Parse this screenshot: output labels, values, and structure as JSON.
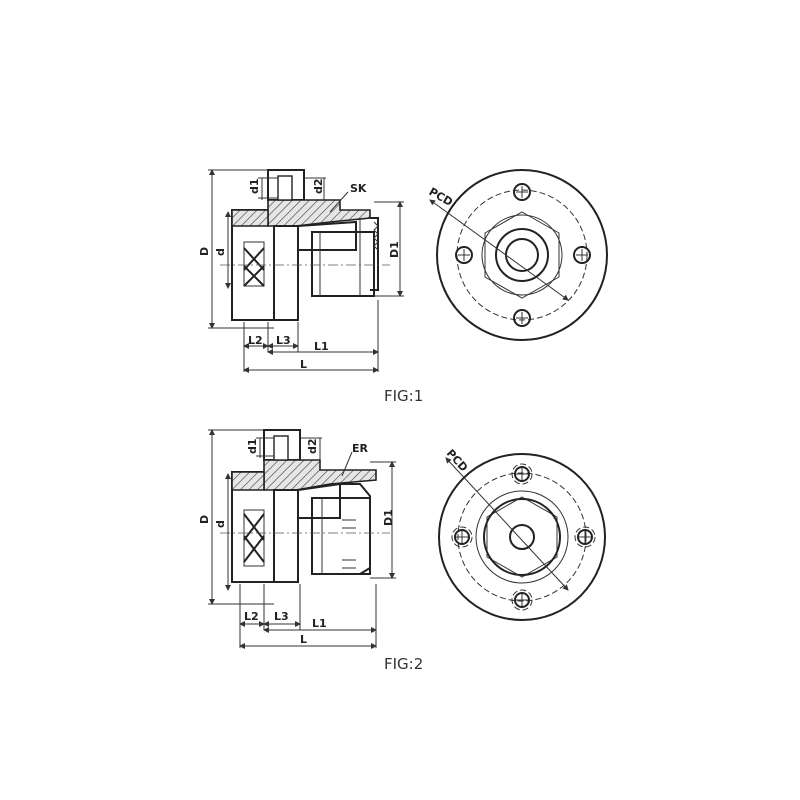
{
  "figures": [
    {
      "caption": "FIG:1",
      "labels": {
        "d1": "d1",
        "d2": "d2",
        "clamp": "SK",
        "D": "D",
        "d": "d",
        "D1": "D1",
        "L2": "L2",
        "L3": "L3",
        "L1": "L1",
        "L": "L",
        "PCD": "PCD"
      }
    },
    {
      "caption": "FIG:2",
      "labels": {
        "d1": "d1",
        "d2": "d2",
        "clamp": "ER",
        "D": "D",
        "d": "d",
        "D1": "D1",
        "L2": "L2",
        "L3": "L3",
        "L1": "L1",
        "L": "L",
        "PCD": "PCD"
      }
    }
  ]
}
